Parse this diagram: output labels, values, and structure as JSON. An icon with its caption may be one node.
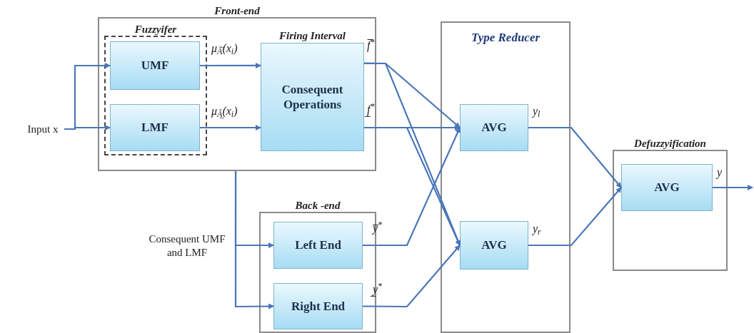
{
  "diagram": {
    "nodes": [
      {
        "text": [
          "Front-end"
        ]
      },
      {
        "text": [
          "Fuzzyifer"
        ],
        "in": 0
      },
      {
        "text": [
          "UMF"
        ],
        "in": 1
      },
      {
        "text": [
          "LMF"
        ],
        "in": 1
      },
      {
        "text": [
          "Firing Interval",
          "Consequent Operations"
        ],
        "in": 0
      },
      {
        "text": [
          "Type Reducer"
        ]
      },
      {
        "text": [
          "AVG"
        ],
        "in": 5
      },
      {
        "text": [
          "AVG"
        ],
        "in": 5
      },
      {
        "text": [
          "Defuzzyification"
        ]
      },
      {
        "text": [
          "AVG"
        ],
        "in": 8
      },
      {
        "text": [
          "Back -end"
        ]
      },
      {
        "text": [
          "Left End"
        ],
        "in": 10
      },
      {
        "text": [
          "Right End"
        ],
        "in": 10
      },
      {
        "text": [
          "Input x"
        ]
      }
    ],
    "edges": [
      {
        "from": 13,
        "to": 2,
        "arrow": "to"
      },
      {
        "from": 13,
        "to": 3,
        "arrow": "to"
      },
      {
        "from": 2,
        "to": 4,
        "arrow": "to",
        "label": "μ$_{Ã̅}$(x$_{i}$)"
      },
      {
        "from": 3,
        "to": 4,
        "arrow": "to",
        "label": "μ$_{Ã̲}$(x$_{i}$)"
      },
      {
        "from": 4,
        "to": 6,
        "arrow": "to",
        "label": "f̅$^{*}$"
      },
      {
        "from": 4,
        "to": 7,
        "arrow": "to"
      },
      {
        "from": 4,
        "to": 6,
        "arrow": "to",
        "label": "f̲$^{*}$"
      },
      {
        "from": 4,
        "to": 7,
        "arrow": "to"
      },
      {
        "from": 0,
        "to": 11,
        "arrow": "to"
      },
      {
        "from": 0,
        "to": 12,
        "arrow": "to"
      },
      {
        "from": 11,
        "to": 6,
        "arrow": "to",
        "label": "y̅$^{*}$"
      },
      {
        "from": 12,
        "to": 7,
        "arrow": "to",
        "label": "y̲$^{*}$"
      },
      {
        "from": 6,
        "to": 9,
        "arrow": "to",
        "label": "y$_{l}$"
      },
      {
        "from": 7,
        "to": 9,
        "arrow": "to",
        "label": "y$_{r}$"
      },
      {
        "from": 9,
        "to": null,
        "arrow": "to",
        "label": "y"
      }
    ],
    "labels": [
      "Consequent UMF and LMF"
    ]
  }
}
